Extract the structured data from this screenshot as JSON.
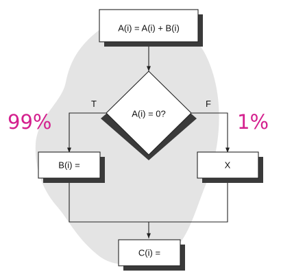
{
  "flowchart": {
    "nodes": {
      "assign": "A(i) = A(i) + B(i)",
      "decision": "A(i) = 0?",
      "true_branch": "B(i) =",
      "false_branch": "X",
      "merge": "C(i) ="
    },
    "edge_labels": {
      "true": "T",
      "false": "F"
    },
    "probabilities": {
      "true": "99%",
      "false": "1%"
    }
  },
  "colors": {
    "accent": "#d4208e",
    "blob": "#e4e4e4",
    "shadow": "#3a3a3a"
  }
}
